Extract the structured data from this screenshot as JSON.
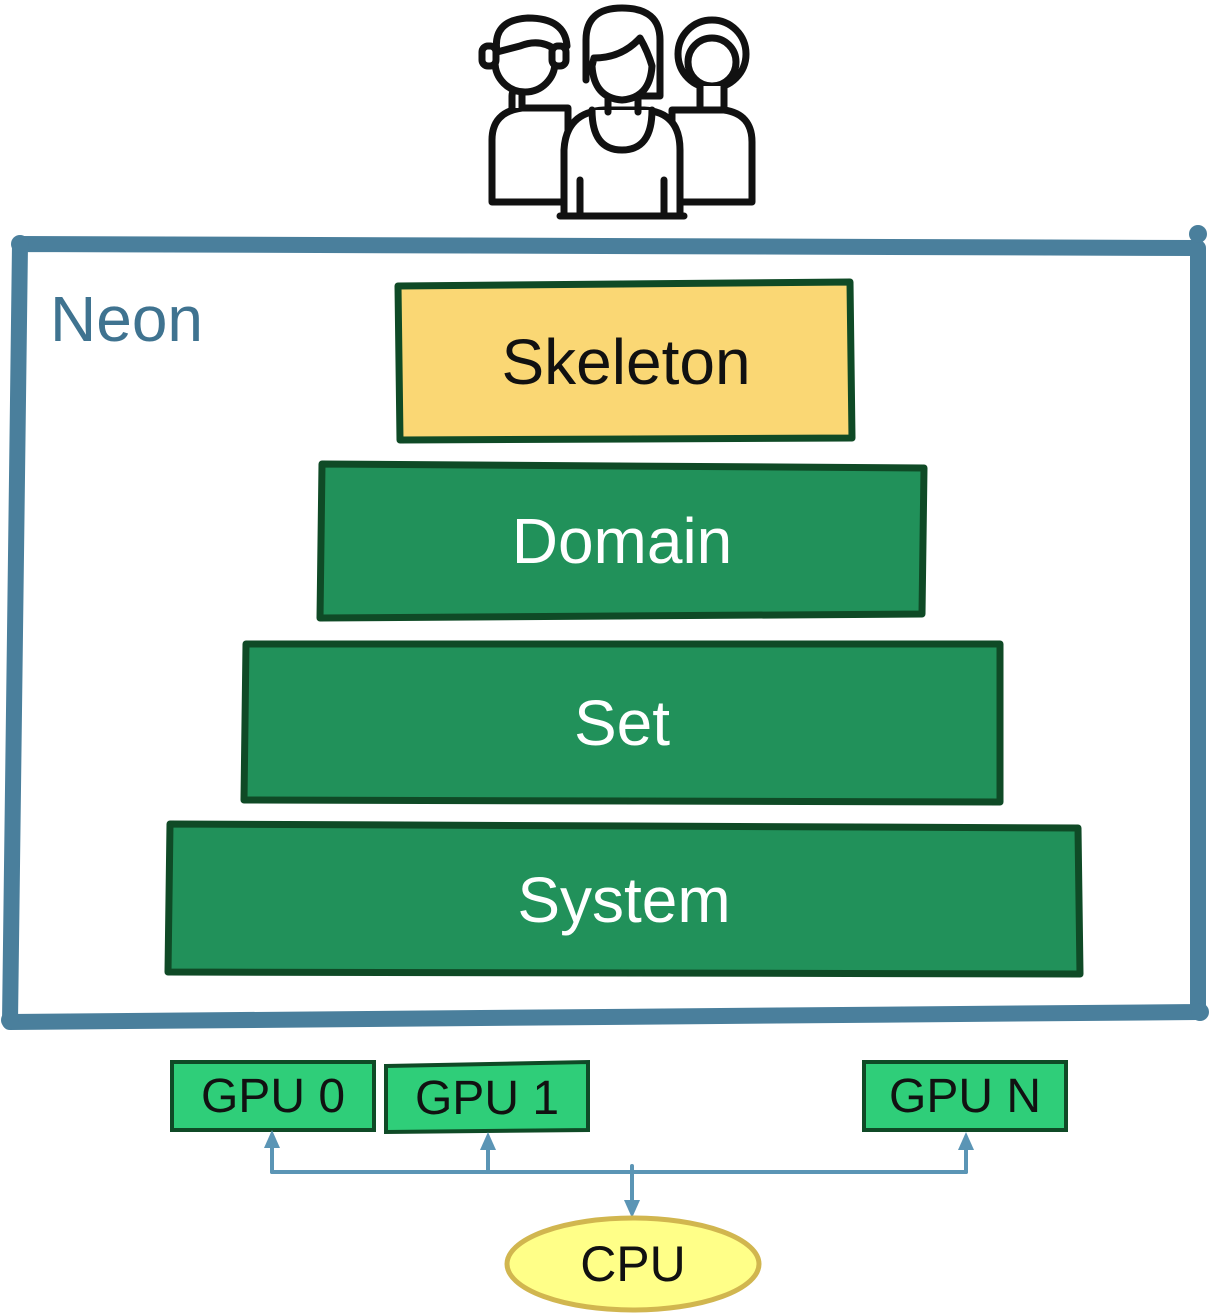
{
  "framework": {
    "title": "Neon",
    "layers": [
      {
        "label": "Skeleton",
        "fill": "#fad774",
        "text_color": "#111111"
      },
      {
        "label": "Domain",
        "fill": "#21915a",
        "text_color": "#ffffff"
      },
      {
        "label": "Set",
        "fill": "#21915a",
        "text_color": "#ffffff"
      },
      {
        "label": "System",
        "fill": "#21915a",
        "text_color": "#ffffff"
      }
    ]
  },
  "hardware": {
    "gpus": [
      {
        "label": "GPU 0"
      },
      {
        "label": "GPU 1"
      },
      {
        "label": "GPU N"
      }
    ],
    "cpu": {
      "label": "CPU"
    }
  },
  "colors": {
    "frame": "#4a7f9c",
    "layer_border": "#0f4a26",
    "gpu_fill": "#2fce79",
    "cpu_fill": "#ffff88",
    "cpu_border": "#d1b64f",
    "connector": "#5b95b5"
  },
  "icons": [
    "users-group-icon",
    "arrow-up-icon",
    "arrow-down-icon"
  ]
}
